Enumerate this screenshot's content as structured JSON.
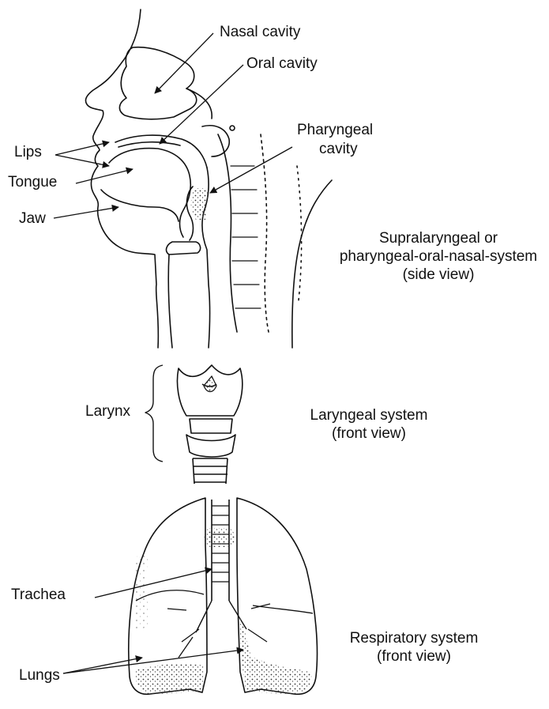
{
  "labels": {
    "nasal_cavity": "Nasal cavity",
    "oral_cavity": "Oral cavity",
    "pharyngeal_cavity_line1": "Pharyngeal",
    "pharyngeal_cavity_line2": "cavity",
    "lips": "Lips",
    "tongue": "Tongue",
    "jaw": "Jaw",
    "larynx": "Larynx",
    "trachea": "Trachea",
    "lungs": "Lungs"
  },
  "captions": {
    "supralaryngeal": [
      "Supralaryngeal or",
      "pharyngeal-oral-nasal-system",
      "(side  view)"
    ],
    "laryngeal": [
      "Laryngeal system",
      "(front view)"
    ],
    "respiratory": [
      "Respiratory system",
      "(front view)"
    ]
  }
}
